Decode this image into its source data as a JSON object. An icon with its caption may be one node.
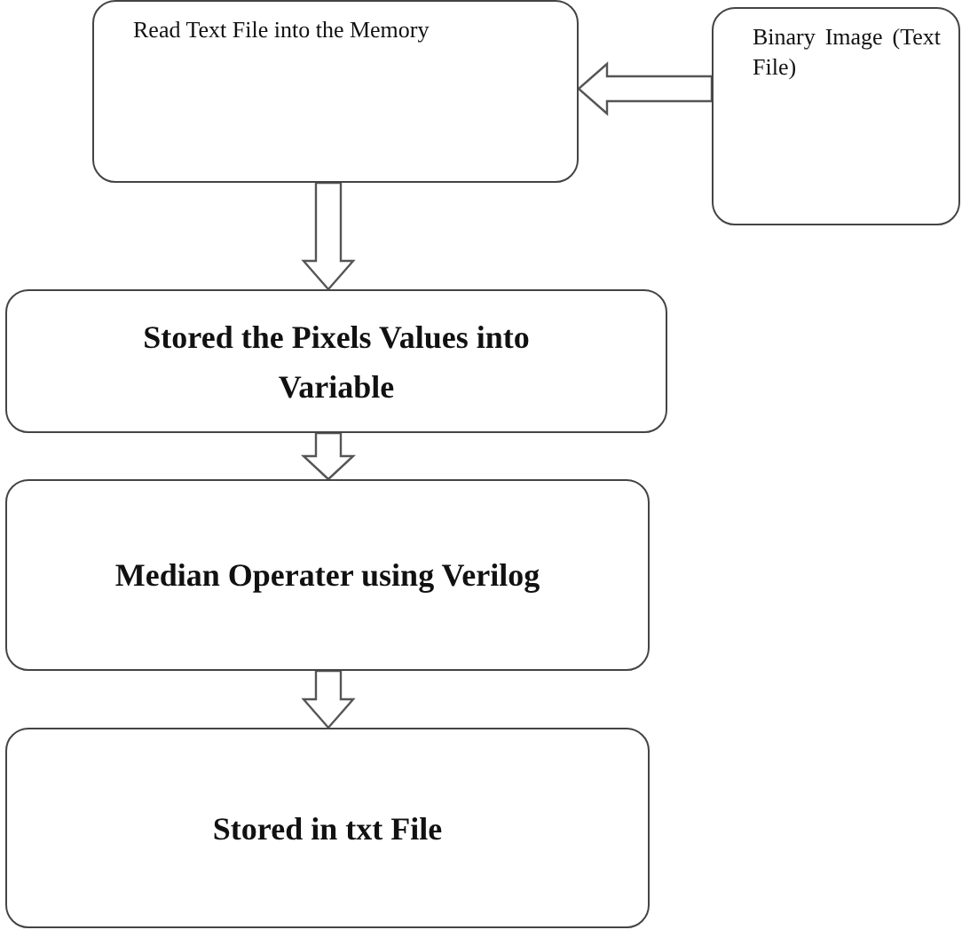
{
  "diagram": {
    "nodes": [
      {
        "text": [
          "Read Text File into the Memory"
        ]
      },
      {
        "text": [
          "Binary Image (Text File)"
        ]
      },
      {
        "text": [
          "Stored the Pixels Values into Variable"
        ]
      },
      {
        "text": [
          "Median Operater using Verilog"
        ]
      },
      {
        "text": [
          "Stored in txt File"
        ]
      }
    ],
    "edges": [
      {
        "from": 1,
        "to": 0,
        "arrow": "to"
      },
      {
        "from": 0,
        "to": 2,
        "arrow": "to"
      },
      {
        "from": 2,
        "to": 3,
        "arrow": "to"
      },
      {
        "from": 3,
        "to": 4,
        "arrow": "to"
      }
    ]
  }
}
